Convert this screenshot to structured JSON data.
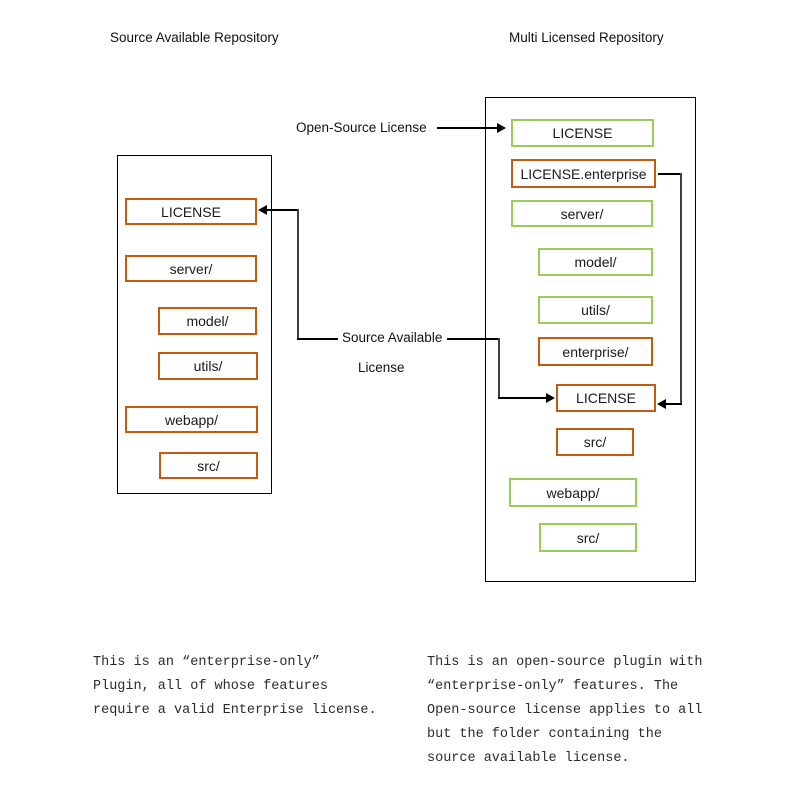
{
  "headers": {
    "left": "Source Available Repository",
    "right": "Multi Licensed Repository"
  },
  "colors": {
    "orange_border": "#C55A11",
    "green_border": "#9ACC58",
    "outline": "#000000",
    "connector": "#000000"
  },
  "left_repo": {
    "items": [
      {
        "label": "LICENSE",
        "color": "orange"
      },
      {
        "label": "server/",
        "color": "orange"
      },
      {
        "label": "model/",
        "color": "orange"
      },
      {
        "label": "utils/",
        "color": "orange"
      },
      {
        "label": "webapp/",
        "color": "orange"
      },
      {
        "label": "src/",
        "color": "orange"
      }
    ]
  },
  "right_repo": {
    "items": [
      {
        "label": "LICENSE",
        "color": "green"
      },
      {
        "label": "LICENSE.enterprise",
        "color": "orange"
      },
      {
        "label": "server/",
        "color": "green"
      },
      {
        "label": "model/",
        "color": "green"
      },
      {
        "label": "utils/",
        "color": "green"
      },
      {
        "label": "enterprise/",
        "color": "orange"
      },
      {
        "label": "LICENSE",
        "color": "orange"
      },
      {
        "label": "src/",
        "color": "orange"
      },
      {
        "label": "webapp/",
        "color": "green"
      },
      {
        "label": "src/",
        "color": "green"
      }
    ]
  },
  "arrow_labels": {
    "open_source": "Open-Source License",
    "source_available_line1": "Source Available",
    "source_available_line2": "License"
  },
  "notes": {
    "left": {
      "lines": [
        "This is an “enterprise-only”",
        "Plugin, all of whose features",
        "require a valid Enterprise license."
      ]
    },
    "right": {
      "lines": [
        "This is an open-source plugin with",
        "“enterprise-only” features. The",
        "Open-source license applies to all",
        "but the folder containing the",
        "source available license."
      ]
    }
  }
}
